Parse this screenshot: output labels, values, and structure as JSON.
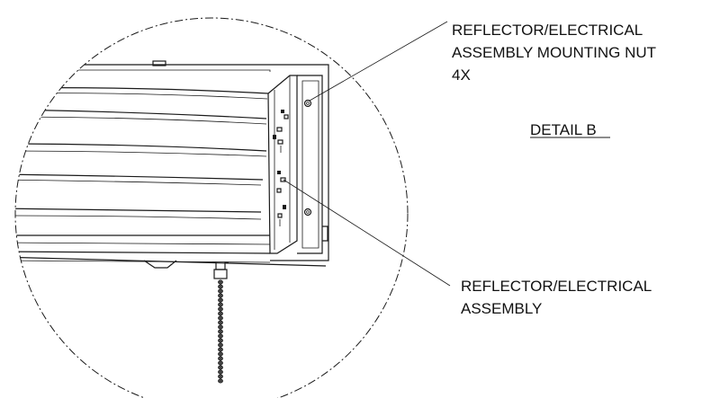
{
  "detail": {
    "title": "DETAIL B"
  },
  "callouts": {
    "mounting_nut": {
      "line1": "REFLECTOR/ELECTRICAL",
      "line2": "ASSEMBLY MOUNTING NUT",
      "line3": "4X"
    },
    "assembly": {
      "line1": "REFLECTOR/ELECTRICAL",
      "line2": "ASSEMBLY"
    }
  }
}
